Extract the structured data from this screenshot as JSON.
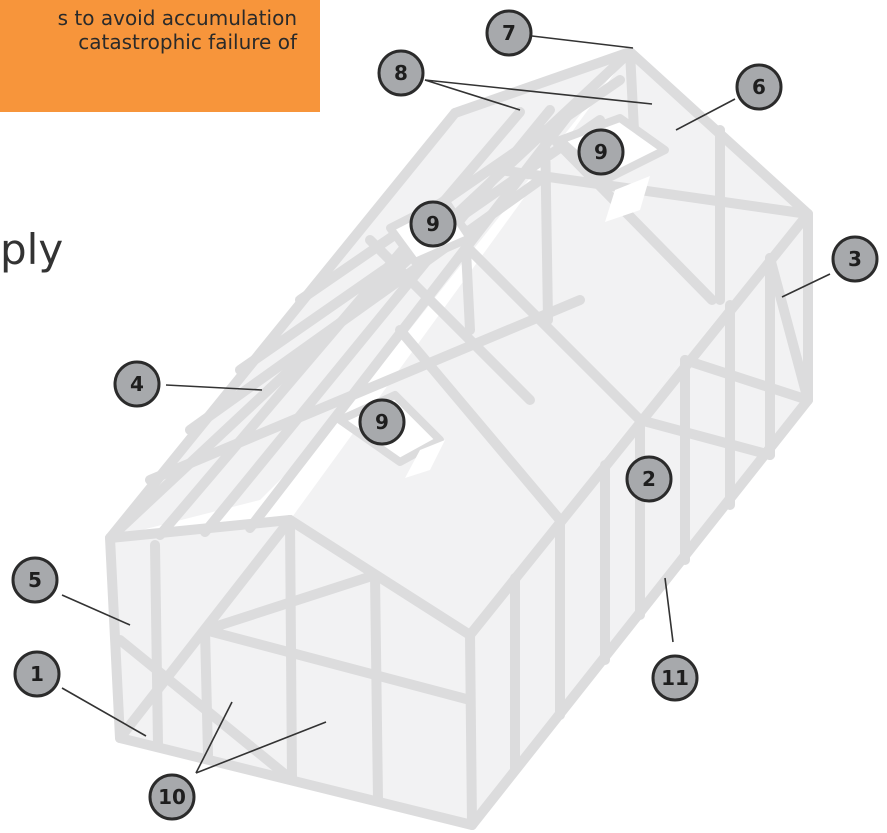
{
  "callout": {
    "line1": "s to avoid accumulation",
    "line2": "catastrophic failure of",
    "background": "#F7953B"
  },
  "heading_fragment": "ply",
  "labels": [
    {
      "id": "1",
      "text": "1"
    },
    {
      "id": "2",
      "text": "2"
    },
    {
      "id": "3",
      "text": "3"
    },
    {
      "id": "4",
      "text": "4"
    },
    {
      "id": "5",
      "text": "5"
    },
    {
      "id": "6",
      "text": "6"
    },
    {
      "id": "7",
      "text": "7"
    },
    {
      "id": "8",
      "text": "8"
    },
    {
      "id": "9a",
      "text": "9"
    },
    {
      "id": "9b",
      "text": "9"
    },
    {
      "id": "9c",
      "text": "9"
    },
    {
      "id": "10",
      "text": "10"
    },
    {
      "id": "11",
      "text": "11"
    }
  ],
  "colors": {
    "frame": "#dcdcdd",
    "panel": "#f2f2f3",
    "badge_fill": "#a7a9ac",
    "badge_stroke": "#2b2b2b",
    "leader": "#333333"
  }
}
